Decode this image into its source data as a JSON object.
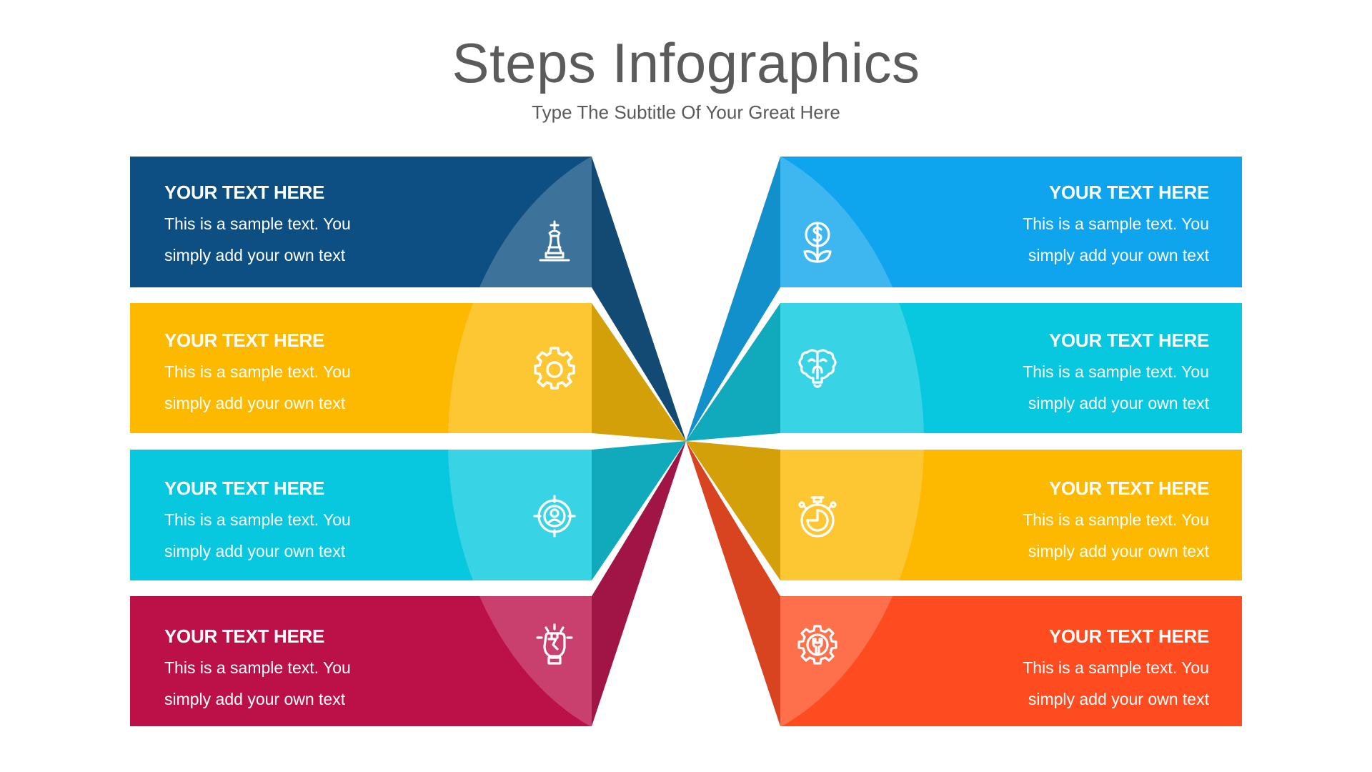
{
  "header": {
    "title": "Steps Infographics",
    "subtitle": "Type The Subtitle Of Your Great Here"
  },
  "colors": {
    "title": "#5b5b5b",
    "navy": "#0d4f82",
    "yellow": "#fcb900",
    "cyan": "#08c8e0",
    "crimson": "#bc1049",
    "sky": "#0ea5ee",
    "orange": "#fe4b1f"
  },
  "steps_left": [
    {
      "heading": "YOUR TEXT HERE",
      "line1": "This is a sample text. You",
      "line2": "simply add your own text",
      "icon": "chess-king-icon",
      "color": "#0d4f82"
    },
    {
      "heading": "YOUR TEXT HERE",
      "line1": "This is a sample text. You",
      "line2": "simply add your own text",
      "icon": "gear-icon",
      "color": "#fcb900"
    },
    {
      "heading": "YOUR TEXT HERE",
      "line1": "This is a sample text. You",
      "line2": "simply add your own text",
      "icon": "target-user-icon",
      "color": "#08c8e0"
    },
    {
      "heading": "YOUR TEXT HERE",
      "line1": "This is a sample text. You",
      "line2": "simply add your own text",
      "icon": "raised-fist-icon",
      "color": "#bc1049"
    }
  ],
  "steps_right": [
    {
      "heading": "YOUR TEXT HERE",
      "line1": "This is a sample text. You",
      "line2": "simply add your own text",
      "icon": "money-plant-icon",
      "color": "#0ea5ee"
    },
    {
      "heading": "YOUR TEXT HERE",
      "line1": "This is a sample text. You",
      "line2": "simply add your own text",
      "icon": "brain-bulb-icon",
      "color": "#08c8e0"
    },
    {
      "heading": "YOUR TEXT HERE",
      "line1": "This is a sample text. You",
      "line2": "simply add your own text",
      "icon": "stopwatch-icon",
      "color": "#fcb900"
    },
    {
      "heading": "YOUR TEXT HERE",
      "line1": "This is a sample text. You",
      "line2": "simply add your own text",
      "icon": "gear-wrench-icon",
      "color": "#fe4b1f"
    }
  ]
}
